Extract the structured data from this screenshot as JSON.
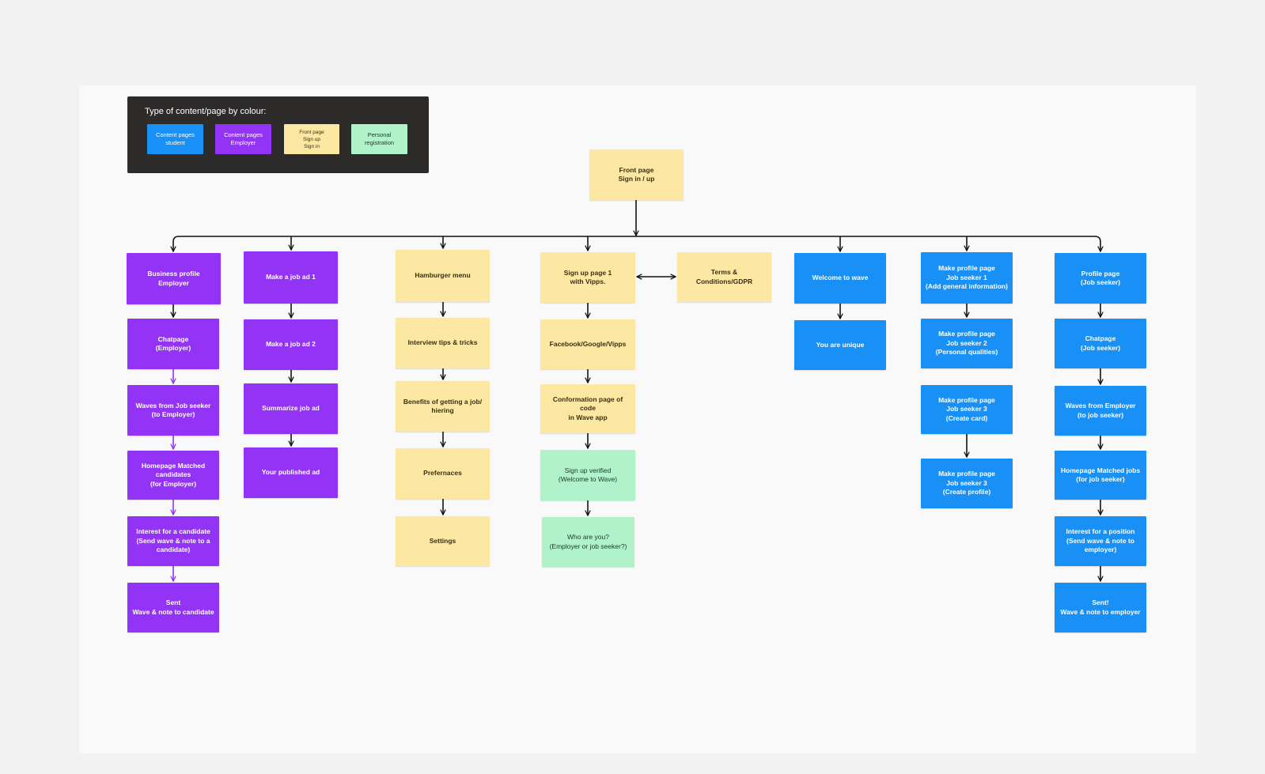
{
  "legend": {
    "title": "Type of content/page by colour:",
    "items": [
      {
        "id": "student",
        "label": "Content pages\nstudent",
        "color": "#1890f5",
        "text_color": "#ffffff"
      },
      {
        "id": "employer",
        "label": "Content pages\nEmployer",
        "color": "#9333f5",
        "text_color": "#ffffff"
      },
      {
        "id": "front",
        "label": "Front page\nSign up\nSign in",
        "color": "#fde8a3",
        "text_color": "#3a2e10"
      },
      {
        "id": "personal",
        "label": "Personal\nregistration",
        "color": "#b0f2ca",
        "text_color": "#1b3a2a"
      }
    ]
  },
  "nodes": {
    "root": "Front page\nSign in / up",
    "employer": [
      "Business profile\nEmployer",
      "Chatpage\n(Employer)",
      "Waves from Job seeker\n(to Employer)",
      "Homepage Matched\ncandidates\n(for Employer)",
      "Interest for a candidate\n(Send wave & note to a\ncandidate)",
      "Sent\nWave & note to candidate"
    ],
    "job_ad": [
      "Make a job ad 1",
      "Make a job ad 2",
      "Summarize job ad",
      "Your published ad"
    ],
    "menu": [
      "Hamburger menu",
      "Interview tips & tricks",
      "Benefits of getting a job/\nhiering",
      "Prefernaces",
      "Settings"
    ],
    "signup": [
      "Sign up page 1\nwith Vipps.",
      "Facebook/Google/Vipps",
      "Conformation page of code\nin Wave app",
      "Sign up verified\n(Welcome to Wave)",
      "Who are you?\n(Employer or job seeker?)"
    ],
    "terms": "Terms & Conditions/GDPR",
    "welcome": [
      "Welcome to wave",
      "You are unique"
    ],
    "make_profile": [
      "Make profile page\nJob seeker 1\n(Add general information)",
      "Make profile page\nJob seeker 2\n(Personal qualities)",
      "Make profile page\nJob seeker 3\n(Create card)",
      "Make profile page\nJob seeker 3\n(Create profile)"
    ],
    "seeker": [
      "Profile page\n(Job seeker)",
      "Chatpage\n(Job seeker)",
      "Waves from Employer\n(to job seeker)",
      "Homepage Matched jobs\n(for job seeker)",
      "Interest for a position\n(Send wave & note to\nemployer)",
      "Sent!\nWave & note to employer"
    ]
  },
  "colors": {
    "yellow": "#fde8a3",
    "purple": "#9333f5",
    "blue": "#1890f5",
    "green": "#b0f2ca",
    "connector": "#111111",
    "connector_purple": "#9333f5",
    "legend_bg": "#2d2a2a"
  }
}
